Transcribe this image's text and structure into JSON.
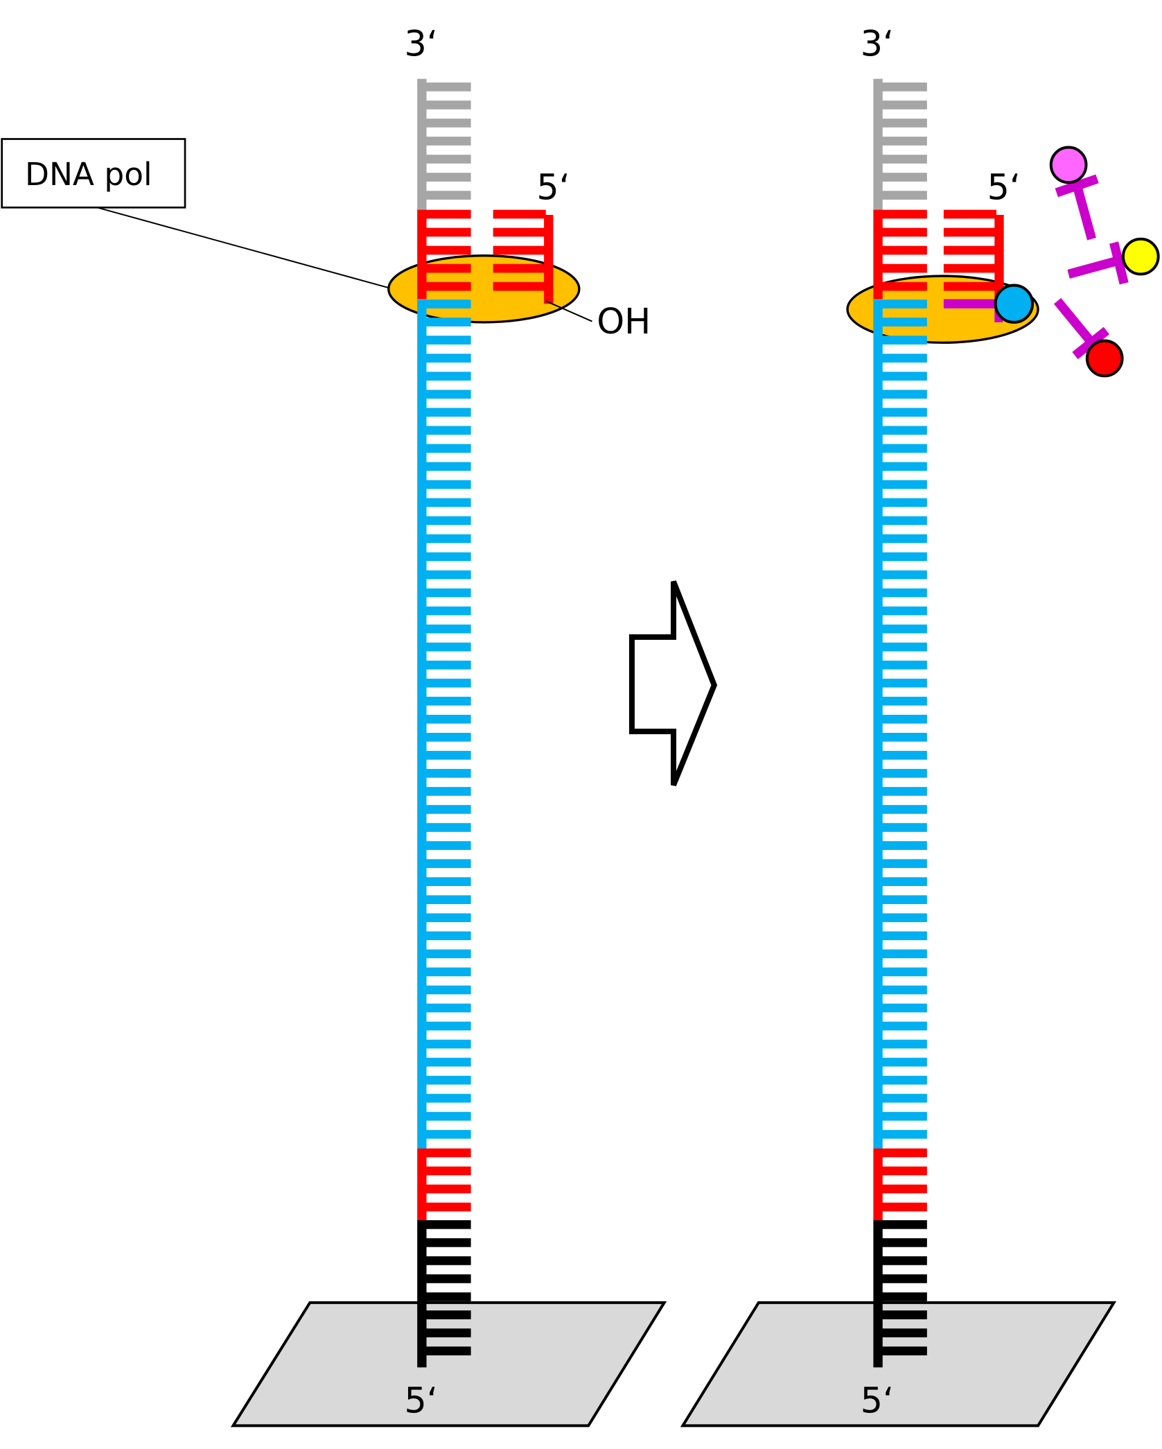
{
  "labels": {
    "dna_pol": "DNA pol",
    "oh": "OH",
    "left_top_3": "3‘",
    "left_primer_5": "5‘",
    "left_bottom_5": "5‘",
    "right_top_3": "3‘",
    "right_primer_5": "5‘",
    "right_bottom_5": "5‘"
  },
  "colors": {
    "template_gray": "#a6a6a6",
    "primer_red": "#ff0000",
    "template_blue": "#00b0f0",
    "anchor_black": "#000000",
    "polymerase": "#ffc000",
    "linker_magenta": "#cc00cc",
    "nucleotide_pink": "#ff66ff",
    "nucleotide_yellow": "#ffff00",
    "nucleotide_red": "#ff0000",
    "nucleotide_blue": "#00b0f0",
    "surface": "#d9d9d9"
  },
  "strand_segments": [
    {
      "name": "gray",
      "rungs": 7
    },
    {
      "name": "red-top",
      "rungs": 5
    },
    {
      "name": "blue",
      "rungs": 47
    },
    {
      "name": "red-bottom",
      "rungs": 4
    },
    {
      "name": "black",
      "rungs": 8
    }
  ]
}
